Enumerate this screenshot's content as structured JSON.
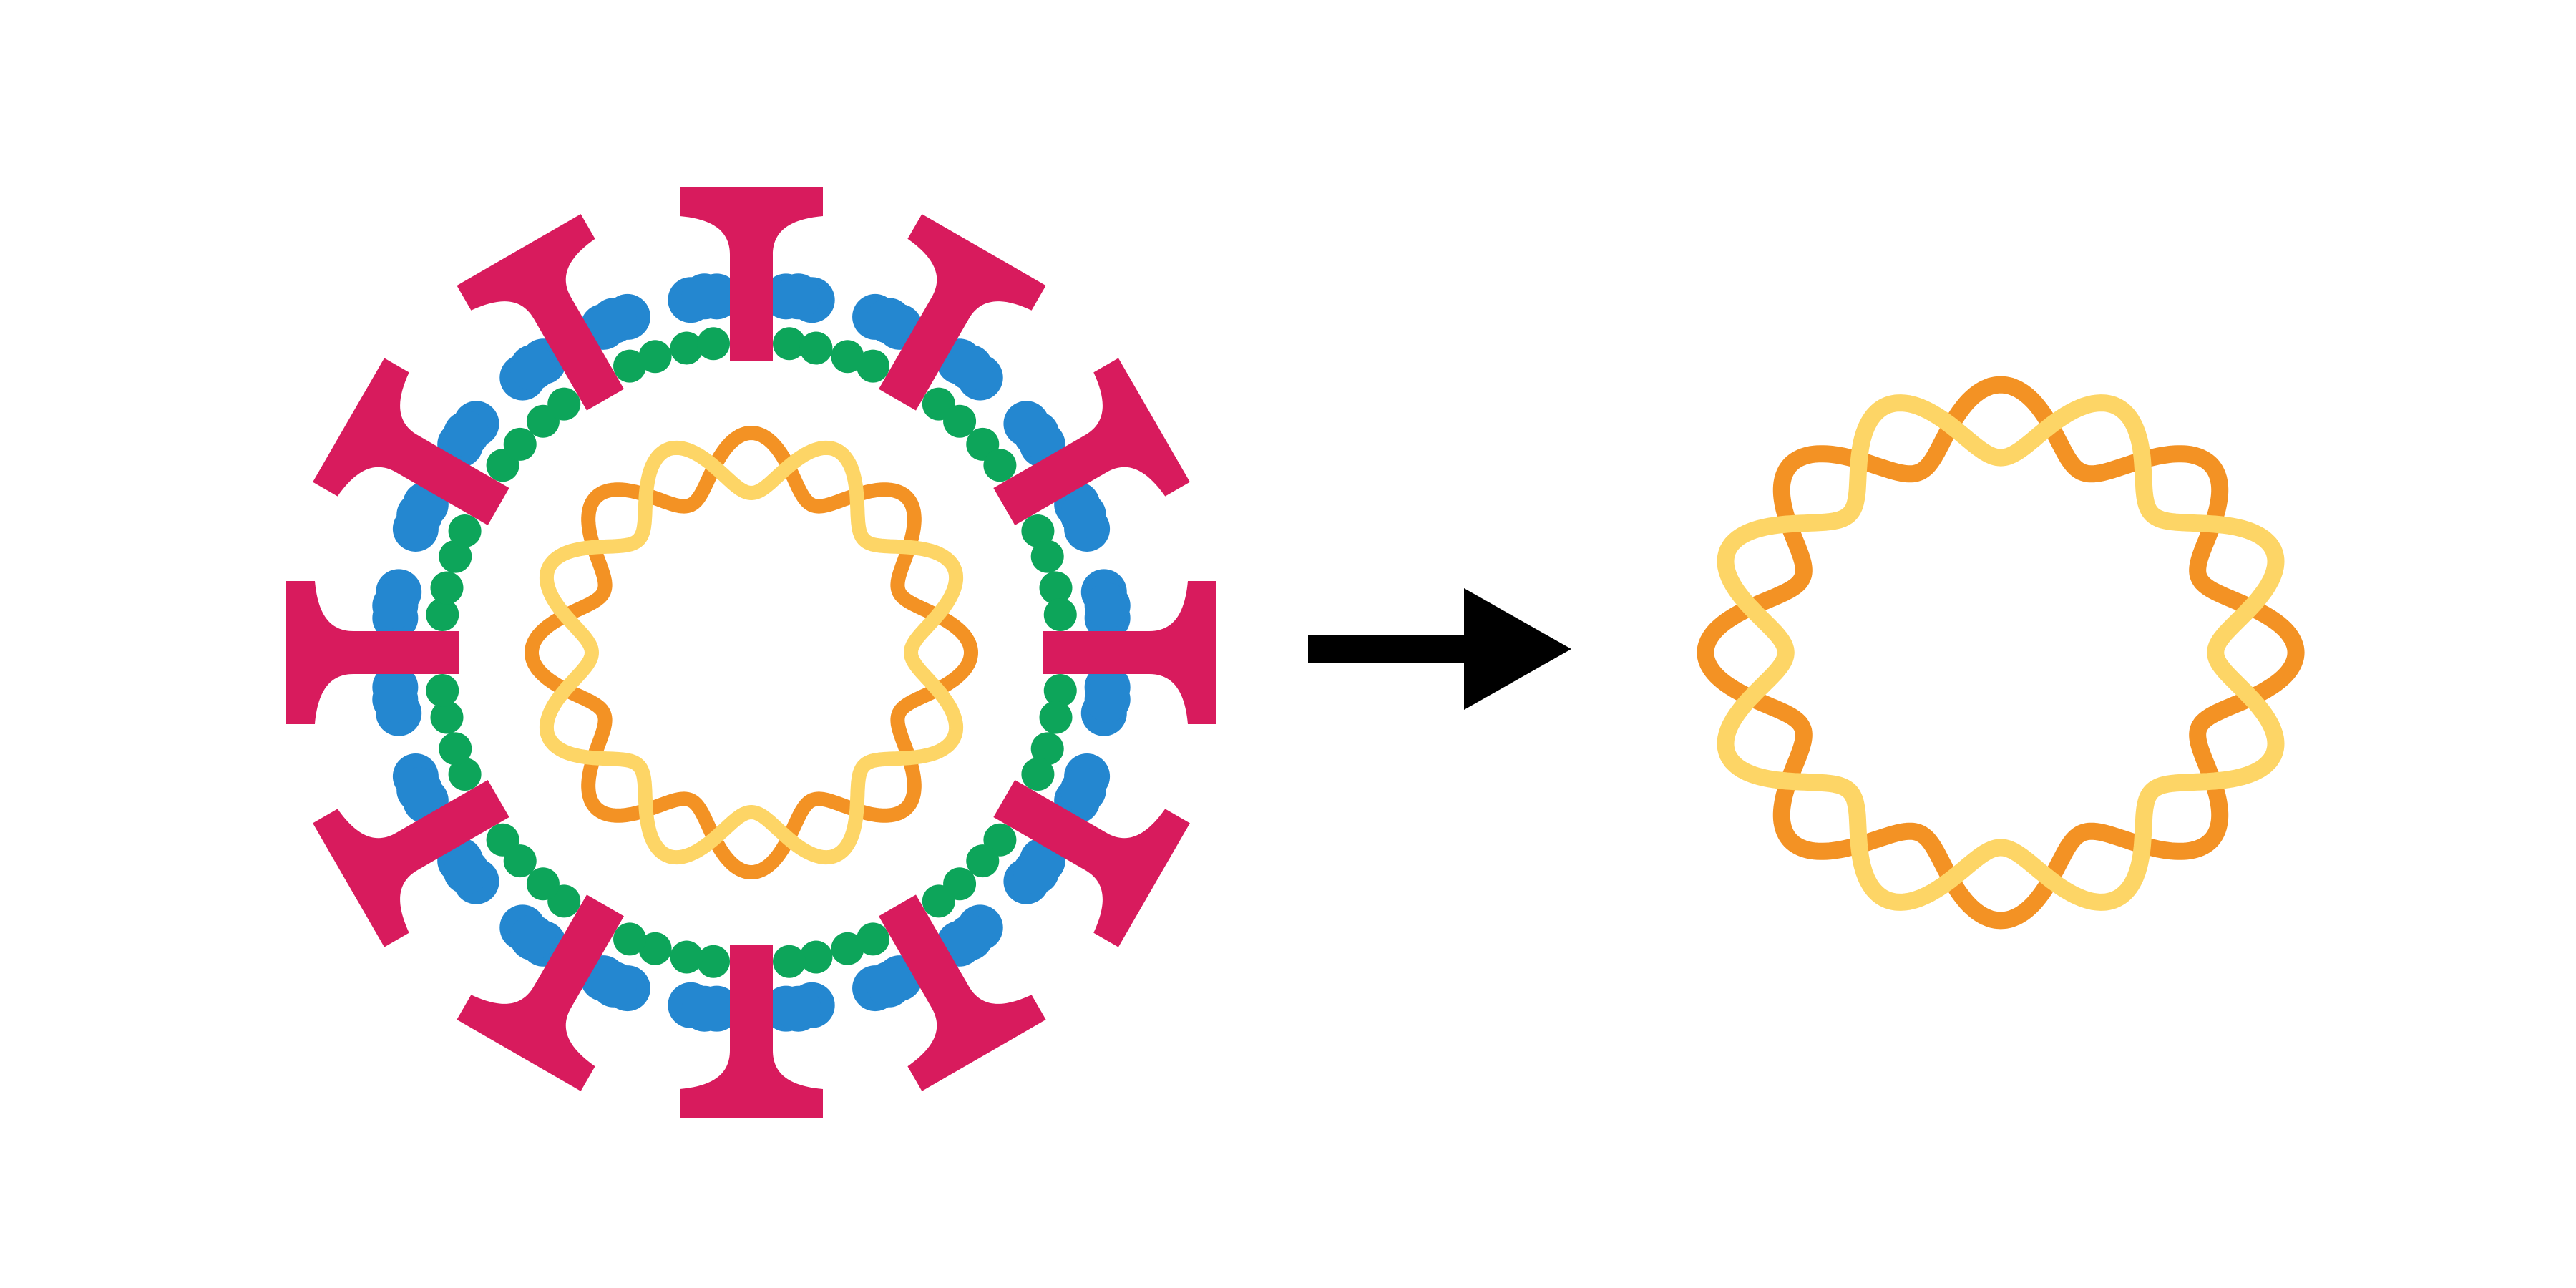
{
  "diagram": {
    "description_free": true,
    "colors": {
      "spike": "#D81B5D",
      "lipid_outer": "#2487D0",
      "lipid_inner": "#0DA55A",
      "strand_a": "#F39224",
      "strand_b": "#FDD566",
      "arrow": "#000000",
      "background": "#FFFFFF"
    },
    "panels": [
      {
        "id": "intact-particle",
        "components": [
          "spike-protein",
          "lipid-bilayer",
          "genome-strands"
        ],
        "spike_count": 12
      },
      {
        "id": "released-genome",
        "components": [
          "genome-strands"
        ]
      }
    ],
    "icons": [
      "spike-protein-icon",
      "lipid-bead-icon",
      "arrow-right-icon"
    ]
  }
}
